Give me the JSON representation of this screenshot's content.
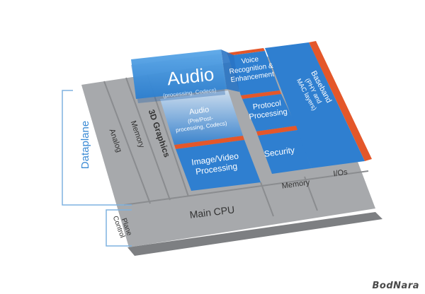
{
  "blocks": {
    "audio_float": {
      "title": "Audio",
      "subtitle": "(processing, Codecs)"
    },
    "voice": [
      "Voice",
      "Recognition &",
      "Enhancement"
    ],
    "baseband": [
      "Baseband",
      "(PHY and",
      "MAC layers)"
    ],
    "protocol": [
      "Protocol",
      "Processing"
    ],
    "audio_ghost": [
      "Audio",
      "(Pre/Post-",
      "processing, Codecs)"
    ],
    "security": "Security",
    "image_video": [
      "Image/Video",
      "Processing"
    ],
    "analog": "Analog",
    "memory_col": "Memory",
    "graphics_3d": "3D Graphics",
    "memory_bottom": "Memory",
    "ios": "I/Os",
    "main_cpu": "Main CPU"
  },
  "side_labels": {
    "dataplane": "Dataplane",
    "control_plane": [
      "Control",
      "Plane"
    ]
  },
  "watermark": "BodNara",
  "colors": {
    "blue": "#2f7fd0",
    "blue_dark": "#1f5fa8",
    "orange": "#e4572a",
    "gray": "#a7a9ac",
    "gray_dark": "#7d7f82",
    "light_blue_bracket": "#7fb2e0"
  }
}
